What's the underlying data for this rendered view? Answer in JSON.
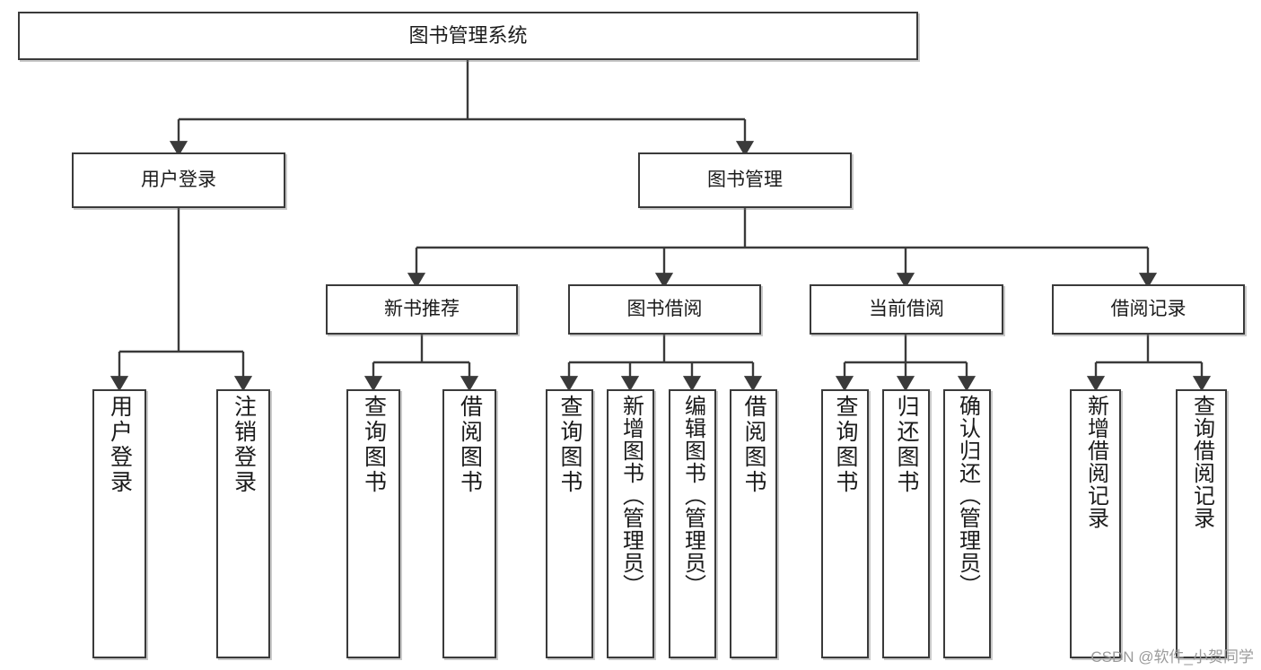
{
  "diagram": {
    "title": "图书管理系统",
    "type": "tree-hierarchy-flowchart",
    "orientation": "top-down",
    "colors": {
      "box_border": "#3a3a3a",
      "box_fill": "#ffffff",
      "connector": "#3a3a3a",
      "text": "#1b1b1b",
      "watermark": "#9b9b9b"
    },
    "root": {
      "label": "图书管理系统"
    },
    "level2": [
      {
        "label": "用户登录"
      },
      {
        "label": "图书管理"
      }
    ],
    "level3": [
      {
        "label": "新书推荐"
      },
      {
        "label": "图书借阅"
      },
      {
        "label": "当前借阅"
      },
      {
        "label": "借阅记录"
      }
    ],
    "leaves": {
      "user_login": [
        {
          "label": "用户登录"
        },
        {
          "label": "注销登录"
        }
      ],
      "new_book_recommend": [
        {
          "label": "查询图书"
        },
        {
          "label": "借阅图书"
        }
      ],
      "book_borrow": [
        {
          "label": "查询图书"
        },
        {
          "label": "新增图书（管理员）"
        },
        {
          "label": "编辑图书（管理员）"
        },
        {
          "label": "借阅图书"
        }
      ],
      "current_borrow": [
        {
          "label": "查询图书"
        },
        {
          "label": "归还图书"
        },
        {
          "label": "确认归还（管理员）"
        }
      ],
      "borrow_record": [
        {
          "label": "新增借阅记录"
        },
        {
          "label": "查询借阅记录"
        }
      ]
    }
  },
  "watermark": {
    "text": "CSDN @软件_小贺同学"
  }
}
